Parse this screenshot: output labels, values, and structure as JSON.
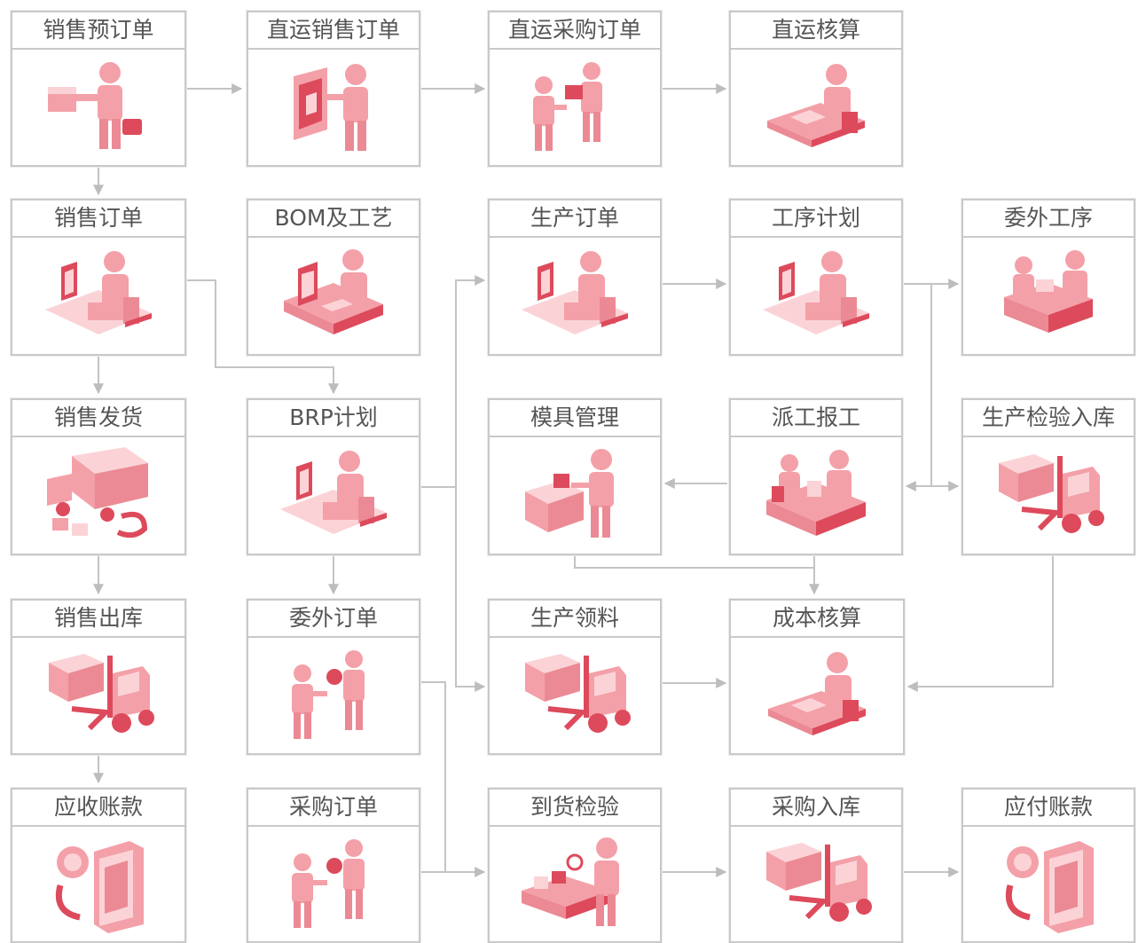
{
  "colors": {
    "icon_fill": "#f4a0a8",
    "icon_dark": "#dd4a5c",
    "icon_light": "#fbd3d7",
    "border": "#c9c9c9",
    "arrow": "#bdbdbd",
    "text": "#555555"
  },
  "nodes": {
    "sales_preorder": {
      "label": "销售预订单",
      "icon": "person-handing-box-icon"
    },
    "dropship_sales": {
      "label": "直运销售订单",
      "icon": "person-at-board-icon"
    },
    "dropship_purchase": {
      "label": "直运采购订单",
      "icon": "two-people-exchange-icon"
    },
    "dropship_accounting": {
      "label": "直运核算",
      "icon": "person-at-desk-icon"
    },
    "sales_order": {
      "label": "销售订单",
      "icon": "computer-workstation-icon"
    },
    "bom": {
      "label": "BOM及工艺",
      "icon": "engineering-workstation-icon"
    },
    "production_order": {
      "label": "生产订单",
      "icon": "computer-workstation-icon"
    },
    "process_plan": {
      "label": "工序计划",
      "icon": "computer-workstation-icon"
    },
    "outsourced_process": {
      "label": "委外工序",
      "icon": "two-people-at-table-icon"
    },
    "sales_delivery": {
      "label": "销售发货",
      "icon": "delivery-truck-icon"
    },
    "brp_plan": {
      "label": "BRP计划",
      "icon": "computer-workstation-icon"
    },
    "mold_management": {
      "label": "模具管理",
      "icon": "person-with-machine-icon"
    },
    "dispatch_report": {
      "label": "派工报工",
      "icon": "workers-at-machines-icon"
    },
    "production_inspection": {
      "label": "生产检验入库",
      "icon": "forklift-icon"
    },
    "sales_outbound": {
      "label": "销售出库",
      "icon": "forklift-icon"
    },
    "outsourced_order": {
      "label": "委外订单",
      "icon": "two-people-exchange-icon"
    },
    "production_picking": {
      "label": "生产领料",
      "icon": "forklift-icon"
    },
    "cost_accounting": {
      "label": "成本核算",
      "icon": "person-at-desk-icon"
    },
    "receivables": {
      "label": "应收账款",
      "icon": "money-safe-icon"
    },
    "purchase_order": {
      "label": "采购订单",
      "icon": "two-people-exchange-icon"
    },
    "arrival_inspection": {
      "label": "到货检验",
      "icon": "inspector-icon"
    },
    "purchase_inbound": {
      "label": "采购入库",
      "icon": "forklift-icon"
    },
    "payables": {
      "label": "应付账款",
      "icon": "money-safe-icon"
    }
  }
}
